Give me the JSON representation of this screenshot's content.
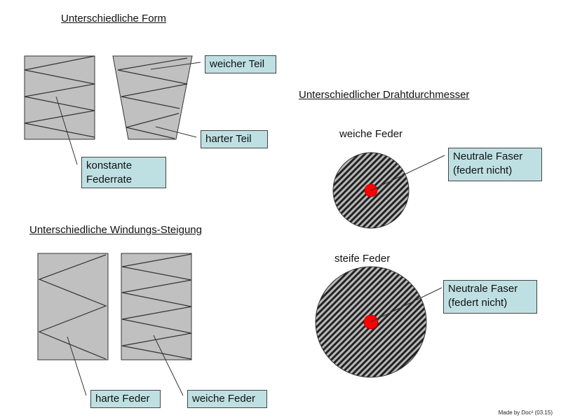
{
  "sections": {
    "form": {
      "heading": "Unterschiedliche Form",
      "labels": {
        "constant": [
          "konstante",
          "Federrate"
        ],
        "soft_part": "weicher Teil",
        "hard_part": "harter Teil"
      }
    },
    "pitch": {
      "heading": "Unterschiedliche Windungs-Steigung",
      "labels": {
        "hard_spring": "harte Feder",
        "soft_spring": "weiche Feder"
      }
    },
    "wire": {
      "heading": "Unterschiedlicher Drahtdurchmesser",
      "soft_title": "weiche Feder",
      "stiff_title": "steife Feder",
      "neutral_fiber": [
        "Neutrale Faser",
        "(federt nicht)"
      ]
    }
  },
  "colors": {
    "spring_fill": "#c0c0c0",
    "callout_fill": "#bfe0e3",
    "neutral_core": "#ff0000",
    "hatch_dark": "#222222"
  },
  "credit": "Made by Doc² (03.15)"
}
